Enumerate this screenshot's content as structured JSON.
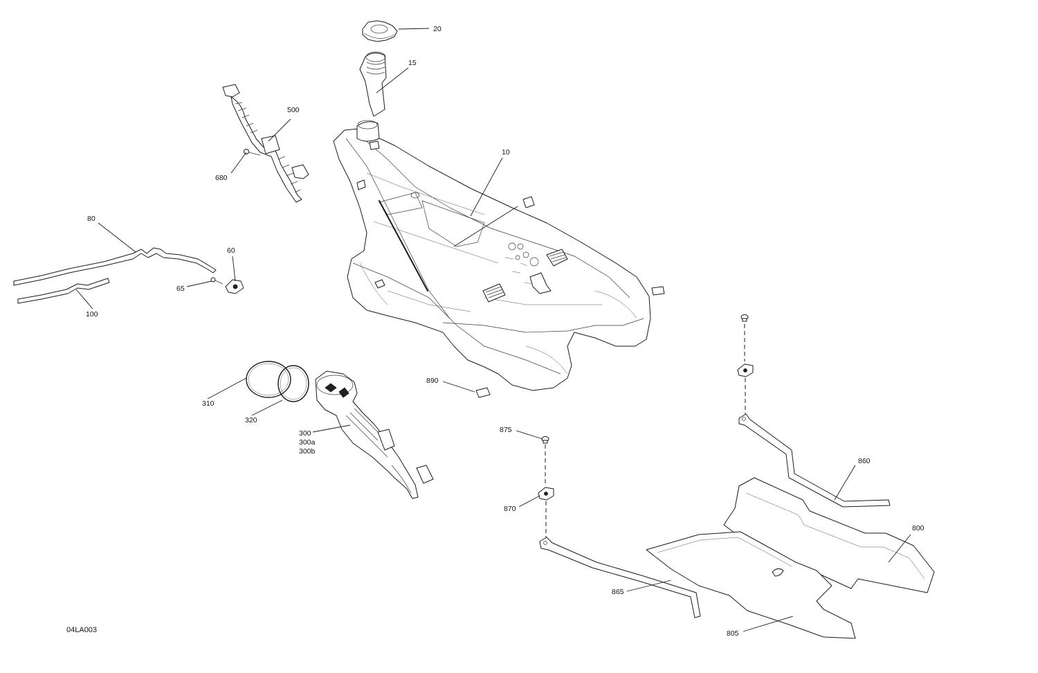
{
  "drawing": {
    "reference_code": "04LA003",
    "callouts": {
      "c10": "10",
      "c15": "15",
      "c20": "20",
      "c500": "500",
      "c680": "680",
      "c80": "80",
      "c60": "60",
      "c65": "65",
      "c100": "100",
      "c310": "310",
      "c320": "320",
      "c300": "300",
      "c300a": "300a",
      "c300b": "300b",
      "c890": "890",
      "c875": "875",
      "c870": "870",
      "c860": "860",
      "c800": "800",
      "c865": "865",
      "c805": "805"
    }
  }
}
